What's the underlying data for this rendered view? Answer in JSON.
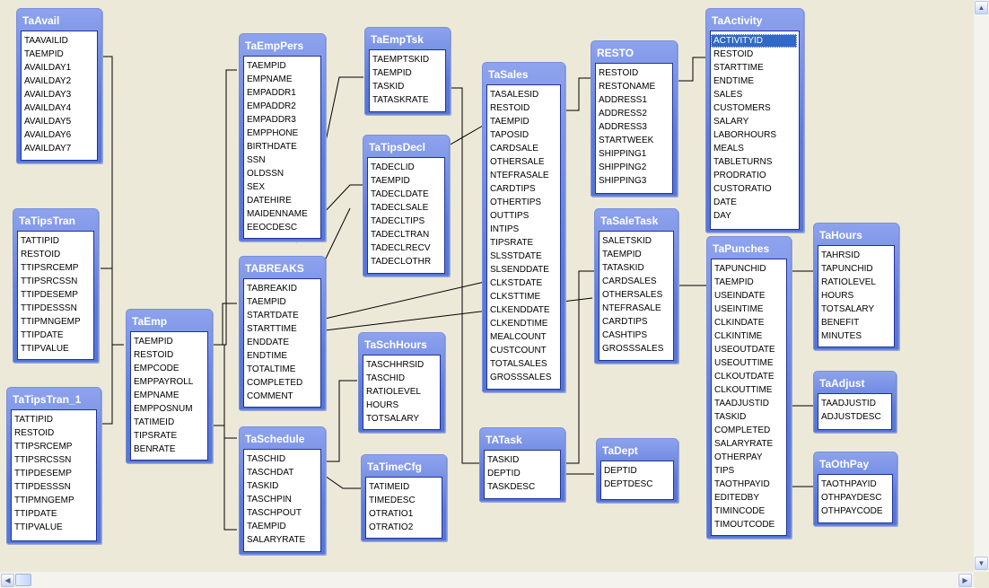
{
  "window": {
    "background": "#ECE9D8",
    "title_bar_color": "#5E7BDB",
    "selection_color": "#316AC5"
  },
  "tables": [
    {
      "name": "TaAvail",
      "fields": [
        "TAAVAILID",
        "TAEMPID",
        "AVAILDAY1",
        "AVAILDAY2",
        "AVAILDAY3",
        "AVAILDAY4",
        "AVAILDAY5",
        "AVAILDAY6",
        "AVAILDAY7"
      ]
    },
    {
      "name": "TaTipsTran",
      "fields": [
        "TATTIPID",
        "RESTOID",
        "TTIPSRCEMP",
        "TTIPSRCSSN",
        "TTIPDESEMP",
        "TTIPDESSSN",
        "TTIPMNGEMP",
        "TTIPDATE",
        "TTIPVALUE"
      ]
    },
    {
      "name": "TaTipsTran_1",
      "fields": [
        "TATTIPID",
        "RESTOID",
        "TTIPSRCEMP",
        "TTIPSRCSSN",
        "TTIPDESEMP",
        "TTIPDESSSN",
        "TTIPMNGEMP",
        "TTIPDATE",
        "TTIPVALUE"
      ]
    },
    {
      "name": "TaEmp",
      "fields": [
        "TAEMPID",
        "RESTOID",
        "EMPCODE",
        "EMPPAYROLL",
        "EMPNAME",
        "EMPPOSNUM",
        "TATIMEID",
        "TIPSRATE",
        "BENRATE"
      ]
    },
    {
      "name": "TaEmpPers",
      "fields": [
        "TAEMPID",
        "EMPNAME",
        "EMPADDR1",
        "EMPADDR2",
        "EMPADDR3",
        "EMPPHONE",
        "BIRTHDATE",
        "SSN",
        "OLDSSN",
        "SEX",
        "DATEHIRE",
        "MAIDENNAME",
        "EEOCDESC"
      ]
    },
    {
      "name": "TABREAKS",
      "fields": [
        "TABREAKID",
        "TAEMPID",
        "STARTDATE",
        "STARTTIME",
        "ENDDATE",
        "ENDTIME",
        "TOTALTIME",
        "COMPLETED",
        "COMMENT"
      ]
    },
    {
      "name": "TaSchedule",
      "fields": [
        "TASCHID",
        "TASCHDAT",
        "TASKID",
        "TASCHPIN",
        "TASCHPOUT",
        "TAEMPID",
        "SALARYRATE"
      ]
    },
    {
      "name": "TaEmpTsk",
      "fields": [
        "TAEMPTSKID",
        "TAEMPID",
        "TASKID",
        "TATASKRATE"
      ]
    },
    {
      "name": "TaTipsDecl",
      "fields": [
        "TADECLID",
        "TAEMPID",
        "TADECLDATE",
        "TADECLSALE",
        "TADECLTIPS",
        "TADECLTRAN",
        "TADECLRECV",
        "TADECLOTHR"
      ]
    },
    {
      "name": "TaSchHours",
      "fields": [
        "TASCHHRSID",
        "TASCHID",
        "RATIOLEVEL",
        "HOURS",
        "TOTSALARY"
      ]
    },
    {
      "name": "TaTimeCfg",
      "fields": [
        "TATIMEID",
        "TIMEDESC",
        "OTRATIO1",
        "OTRATIO2"
      ]
    },
    {
      "name": "TaSales",
      "fields": [
        "TASALESID",
        "RESTOID",
        "TAEMPID",
        "TAPOSID",
        "CARDSALE",
        "OTHERSALE",
        "NTEFRASALE",
        "CARDTIPS",
        "OTHERTIPS",
        "OUTTIPS",
        "INTIPS",
        "TIPSRATE",
        "SLSSTDATE",
        "SLSENDDATE",
        "CLKSTDATE",
        "CLKSTTIME",
        "CLKENDDATE",
        "CLKENDTIME",
        "MEALCOUNT",
        "CUSTCOUNT",
        "TOTALSALES",
        "GROSSSALES"
      ]
    },
    {
      "name": "TATask",
      "fields": [
        "TASKID",
        "DEPTID",
        "TASKDESC"
      ]
    },
    {
      "name": "RESTO",
      "fields": [
        "RESTOID",
        "RESTONAME",
        "ADDRESS1",
        "ADDRESS2",
        "ADDRESS3",
        "STARTWEEK",
        "SHIPPING1",
        "SHIPPING2",
        "SHIPPING3"
      ]
    },
    {
      "name": "TaSaleTask",
      "fields": [
        "SALETSKID",
        "TAEMPID",
        "TATASKID",
        "CARDSALES",
        "OTHERSALES",
        "NTEFRASALE",
        "CARDTIPS",
        "CASHTIPS",
        "GROSSSALES"
      ]
    },
    {
      "name": "TaDept",
      "fields": [
        "DEPTID",
        "DEPTDESC"
      ]
    },
    {
      "name": "TaActivity",
      "selected_field": "ACTIVITYID",
      "fields": [
        "ACTIVITYID",
        "RESTOID",
        "STARTTIME",
        "ENDTIME",
        "SALES",
        "CUSTOMERS",
        "SALARY",
        "LABORHOURS",
        "MEALS",
        "TABLETURNS",
        "PRODRATIO",
        "CUSTORATIO",
        "DATE",
        "DAY"
      ]
    },
    {
      "name": "TaPunches",
      "fields": [
        "TAPUNCHID",
        "TAEMPID",
        "USEINDATE",
        "USEINTIME",
        "CLKINDATE",
        "CLKINTIME",
        "USEOUTDATE",
        "USEOUTTIME",
        "CLKOUTDATE",
        "CLKOUTTIME",
        "TAADJUSTID",
        "TASKID",
        "COMPLETED",
        "SALARYRATE",
        "OTHERPAY",
        "TIPS",
        "TAOTHPAYID",
        "EDITEDBY",
        "TIMINCODE",
        "TIMOUTCODE"
      ]
    },
    {
      "name": "TaHours",
      "fields": [
        "TAHRSID",
        "TAPUNCHID",
        "RATIOLEVEL",
        "HOURS",
        "TOTSALARY",
        "BENEFIT",
        "MINUTES"
      ]
    },
    {
      "name": "TaAdjust",
      "fields": [
        "TAADJUSTID",
        "ADJUSTDESC"
      ]
    },
    {
      "name": "TaOthPay",
      "fields": [
        "TAOTHPAYID",
        "OTHPAYDESC",
        "OTHPAYCODE"
      ]
    }
  ]
}
